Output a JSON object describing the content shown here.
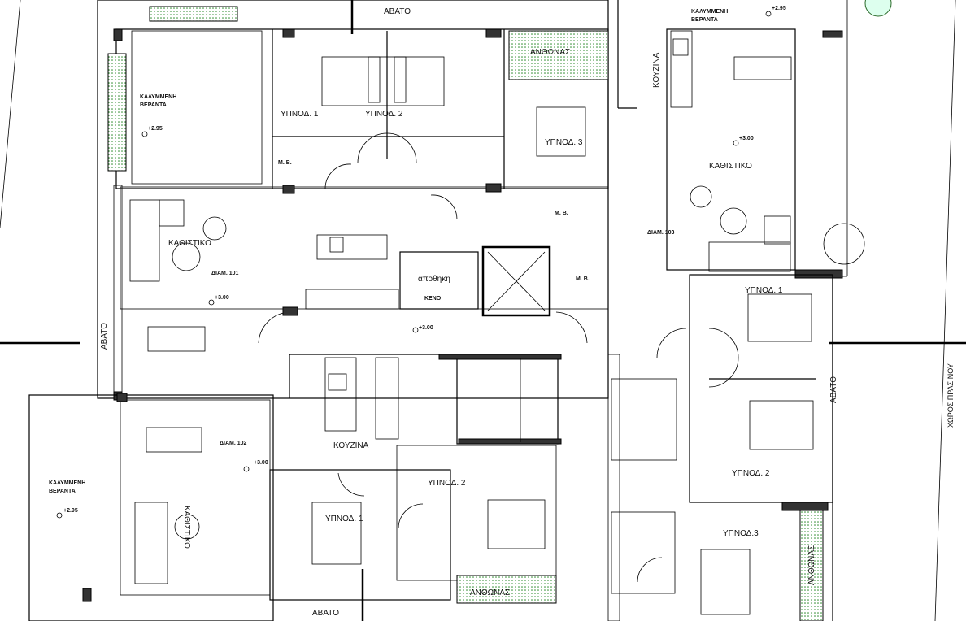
{
  "plan": {
    "labels": {
      "abato_top": "ΑΒΑΤΟ",
      "abato_left": "ΑΒΑΤΟ",
      "abato_right": "ΑΒΑΤΟ",
      "abato_bottom": "ΑΒΑΤΟ",
      "green_space": "ΧΩΡΟΣ ΠΡΑΣΙΝΟΥ",
      "corridor_level": "+3.00"
    },
    "apartments": {
      "a101": {
        "name": "ΔΙΑΜ. 101",
        "veranda_line1": "ΚΑΛΥΜΜΕΝΗ",
        "veranda_line2": "ΒΕΡΑΝΤΑ",
        "veranda_level": "+2.95",
        "bedroom1": "ΥΠΝΟΔ. 1",
        "bedroom2": "ΥΠΝΟΔ. 2",
        "bedroom3": "ΥΠΝΟΔ. 3",
        "bath1": "Μ. Β.",
        "bath2": "Μ. Β.",
        "bath3": "Μ. Β.",
        "living": "ΚΑΘΙΣΤΙΚΟ",
        "level": "+3.00",
        "storage": "αποθηκη",
        "void": "ΚΕΝΟ",
        "planter": "ΑΝΘΩΝΑΣ"
      },
      "a102": {
        "name": "ΔΙΑΜ. 102",
        "veranda_line1": "ΚΑΛΥΜΜΕΝΗ",
        "veranda_line2": "ΒΕΡΑΝΤΑ",
        "veranda_level": "+2.95",
        "kitchen": "ΚΟΥΖΙΝΑ",
        "living": "ΚΑΘΙΣΤΙΚΟ",
        "level": "+3.00",
        "bedroom1": "ΥΠΝΟΔ. 1",
        "bedroom2": "ΥΠΝΟΔ. 2",
        "planter": "ΑΝΘΩΝΑΣ"
      },
      "a103": {
        "name": "ΔΙΑΜ. 103",
        "veranda_line1": "ΚΑΛΥΜΜΕΝΗ",
        "veranda_line2": "ΒΕΡΑΝΤΑ",
        "veranda_level": "+2.95",
        "kitchen": "ΚΟΥΖΙΝΑ",
        "living": "ΚΑΘΙΣΤΙΚΟ",
        "level": "+3.00",
        "bedroom1": "ΥΠΝΟΔ. 1",
        "bedroom2": "ΥΠΝΟΔ. 2",
        "bedroom3": "ΥΠΝΟΔ.3",
        "planter": "ΑΝΘΩΝΑΣ"
      }
    }
  }
}
